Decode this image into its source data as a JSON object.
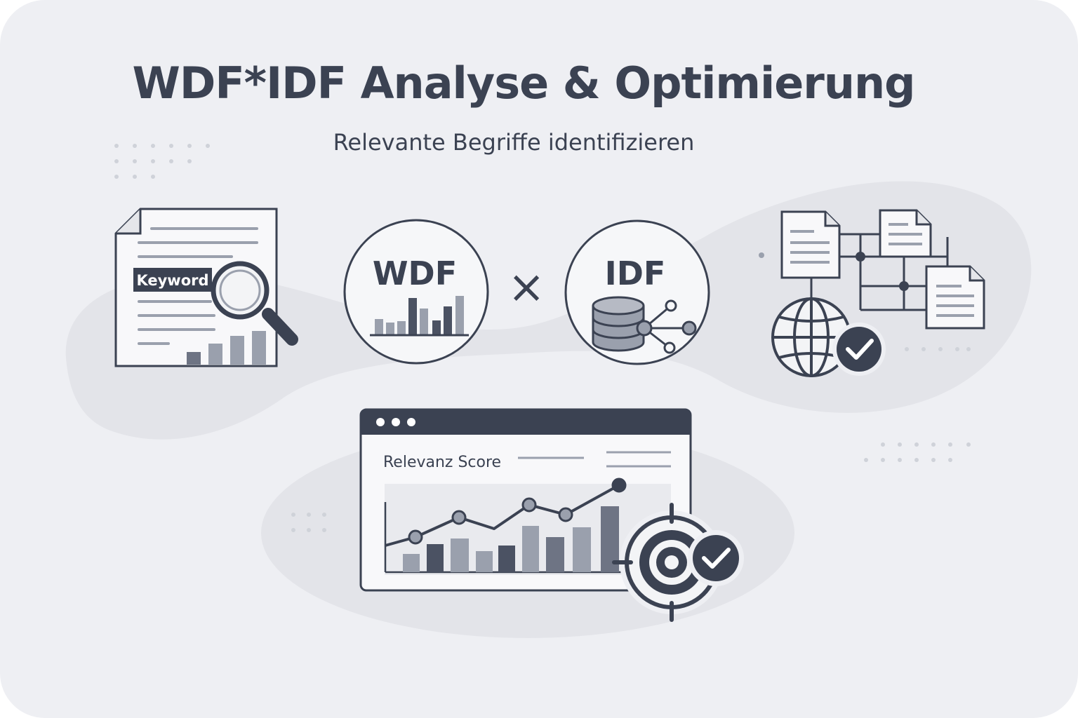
{
  "header": {
    "title": "WDF*IDF Analyse & Optimierung",
    "subtitle": "Relevante Begriffe identifizieren"
  },
  "document_panel": {
    "highlight_label": "Keyword"
  },
  "formula": {
    "left_label": "WDF",
    "operator": "×",
    "right_label": "IDF"
  },
  "score_window": {
    "label": "Relevanz Score"
  },
  "colors": {
    "background": "#eeeff3",
    "ink": "#3b4252",
    "bar_dark": "#4b5263",
    "bar_mid": "#6e7484",
    "bar_light": "#9aa0ad"
  }
}
